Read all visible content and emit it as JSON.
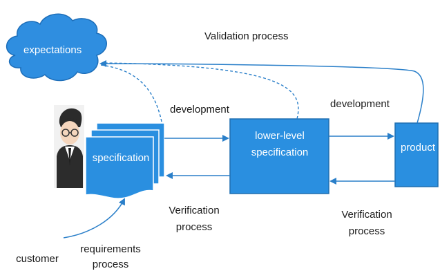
{
  "nodes": {
    "expectations": "expectations",
    "specification": "specification",
    "lower_level": [
      "lower-level",
      "specification"
    ],
    "product": "product",
    "customer": "customer"
  },
  "labels": {
    "validation": "Validation process",
    "development_1": "development",
    "development_2": "development",
    "verification_1": [
      "Verification",
      "process"
    ],
    "verification_2": [
      "Verification",
      "process"
    ],
    "requirements": [
      "requirements",
      "process"
    ]
  },
  "colors": {
    "box_fill": "#2a8fe0",
    "box_stroke": "#1f6fb0",
    "cloud_fill": "#2f8ee0",
    "arrow": "#2a7fc9",
    "text_dark": "#1a1a1a",
    "text_light": "#ffffff"
  }
}
